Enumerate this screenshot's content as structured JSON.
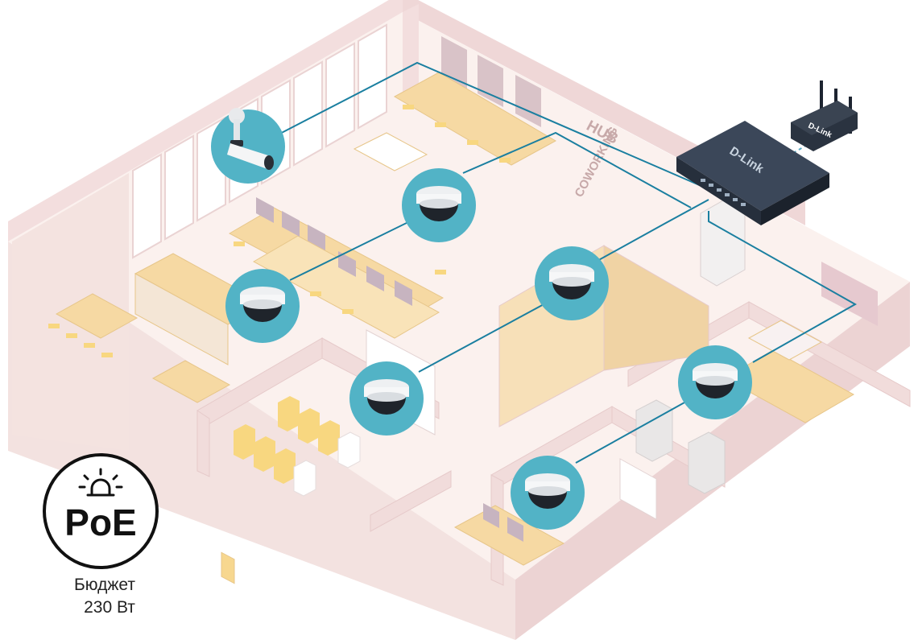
{
  "colors": {
    "floor": "#fbf1ee",
    "wall": "#f3dede",
    "wall_shade": "#e8cccc",
    "furniture": "#f6d9a3",
    "cable": "#1a7fa0",
    "camera_circle": "#52b3c6",
    "switch": "#2e3a49",
    "poe_ring": "#111111"
  },
  "wall_sign": {
    "vertical": "COWORKING",
    "horizontal": "HUB"
  },
  "switch": {
    "brand": "D-Link",
    "icon": "network-switch-icon"
  },
  "router": {
    "brand": "D-Link",
    "icon": "wireless-router-icon"
  },
  "cameras": [
    {
      "id": "cam-1",
      "kind": "bullet",
      "icon": "bullet-camera-icon"
    },
    {
      "id": "cam-2",
      "kind": "dome",
      "icon": "dome-camera-icon"
    },
    {
      "id": "cam-3",
      "kind": "dome",
      "icon": "dome-camera-icon"
    },
    {
      "id": "cam-4",
      "kind": "dome",
      "icon": "dome-camera-icon"
    },
    {
      "id": "cam-5",
      "kind": "dome",
      "icon": "dome-camera-icon"
    },
    {
      "id": "cam-6",
      "kind": "dome",
      "icon": "dome-camera-icon"
    },
    {
      "id": "cam-7",
      "kind": "dome",
      "icon": "dome-camera-icon"
    }
  ],
  "poe_badge": {
    "label": "PoE",
    "icon": "alarm-light-icon"
  },
  "caption": {
    "line1": "Бюджет",
    "line2": "230 Вт"
  }
}
